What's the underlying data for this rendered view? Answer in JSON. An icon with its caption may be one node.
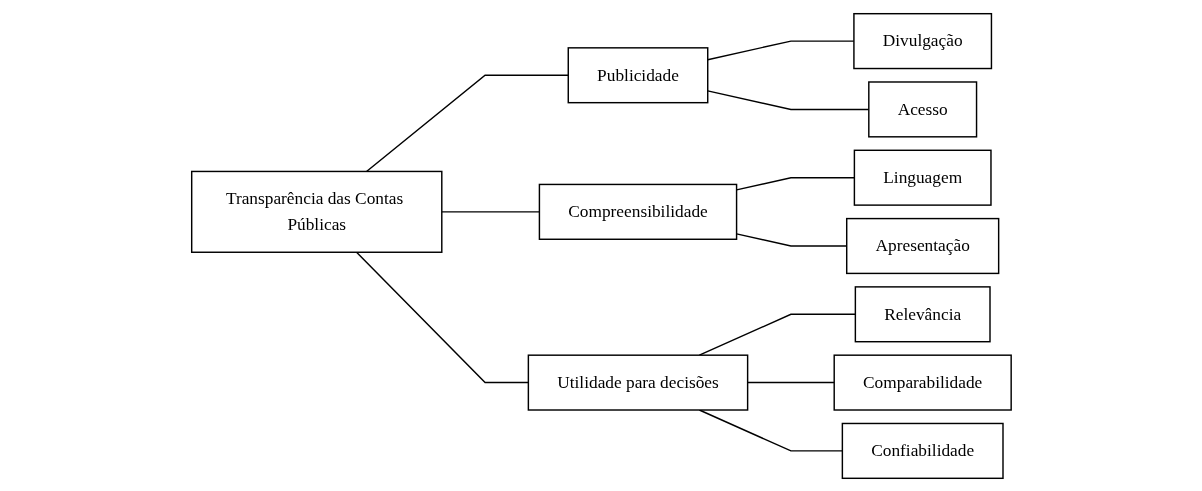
{
  "diagram": {
    "nodes": [
      {
        "text": [
          "Transparência das Contas Públicas"
        ]
      },
      {
        "text": [
          "Publicidade"
        ]
      },
      {
        "text": [
          "Divulgação"
        ]
      },
      {
        "text": [
          "Acesso"
        ]
      },
      {
        "text": [
          "Compreensibilidade"
        ]
      },
      {
        "text": [
          "Linguagem"
        ]
      },
      {
        "text": [
          "Apresentação"
        ]
      },
      {
        "text": [
          "Utilidade para decisões"
        ]
      },
      {
        "text": [
          "Relevância"
        ]
      },
      {
        "text": [
          "Comparabilidade"
        ]
      },
      {
        "text": [
          "Confiabilidade"
        ]
      }
    ],
    "edges": [
      {
        "from": 0,
        "to": 1,
        "arrow": "none"
      },
      {
        "from": 0,
        "to": 4,
        "arrow": "none"
      },
      {
        "from": 0,
        "to": 7,
        "arrow": "none"
      },
      {
        "from": 1,
        "to": 2,
        "arrow": "none"
      },
      {
        "from": 1,
        "to": 3,
        "arrow": "none"
      },
      {
        "from": 4,
        "to": 5,
        "arrow": "none"
      },
      {
        "from": 4,
        "to": 6,
        "arrow": "none"
      },
      {
        "from": 7,
        "to": 8,
        "arrow": "none"
      },
      {
        "from": 7,
        "to": 9,
        "arrow": "none"
      },
      {
        "from": 7,
        "to": 10,
        "arrow": "none"
      }
    ]
  }
}
